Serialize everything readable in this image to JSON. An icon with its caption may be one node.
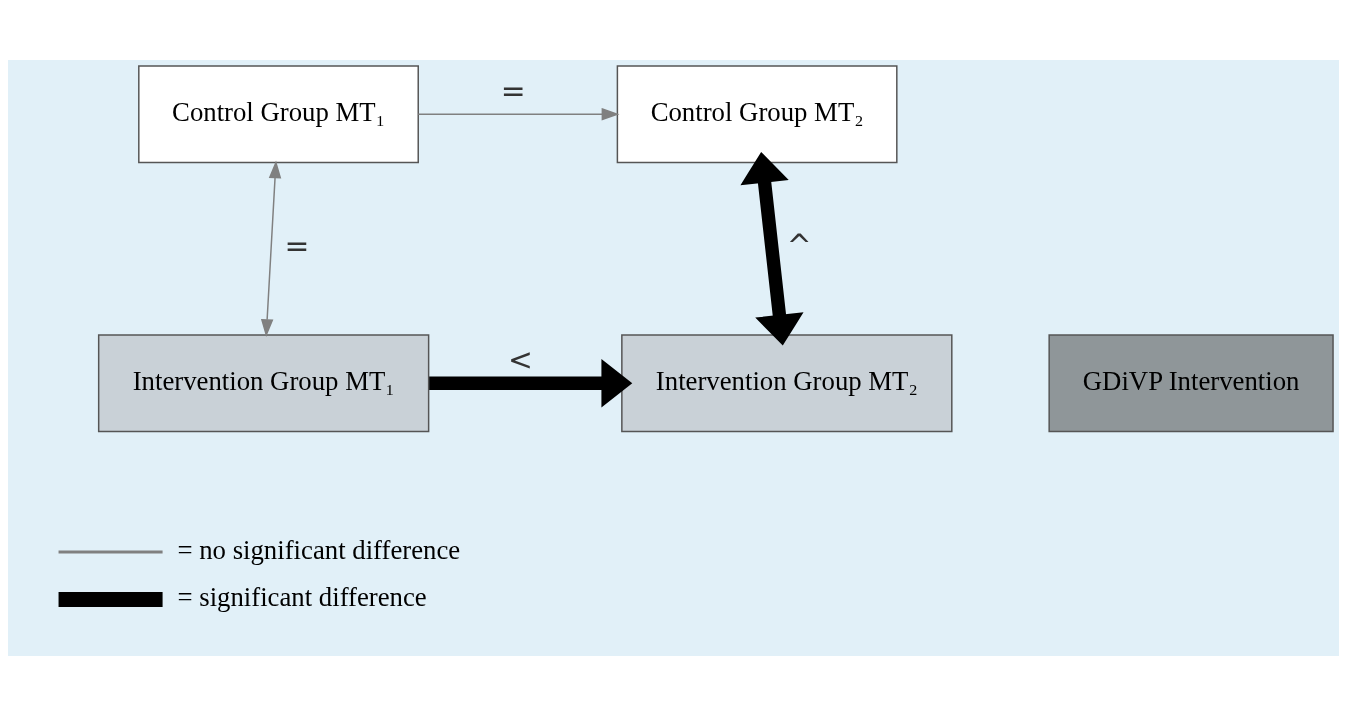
{
  "diagram": {
    "nodes": [
      {
        "text": [
          "Control Group MT₁"
        ]
      },
      {
        "text": [
          "Control Group MT₂"
        ]
      },
      {
        "text": [
          "Intervention Group MT₁"
        ]
      },
      {
        "text": [
          "GDiVP Intervention"
        ]
      },
      {
        "text": [
          "Intervention Group MT₂"
        ]
      }
    ],
    "edges": [
      {
        "from": 0,
        "to": 1,
        "arrow": "to",
        "label": "="
      },
      {
        "from": 0,
        "to": 2,
        "arrow": "both",
        "label": "="
      },
      {
        "from": 2,
        "to": 4,
        "arrow": "to",
        "label": "<",
        "style": "thick",
        "color": "#000000"
      },
      {
        "from": 4,
        "to": 1,
        "arrow": "both",
        "label": "^",
        "style": "thick",
        "color": "#000000"
      }
    ],
    "legend": [
      {
        "text": "= no significant difference"
      },
      {
        "text": "= significant difference"
      }
    ]
  }
}
